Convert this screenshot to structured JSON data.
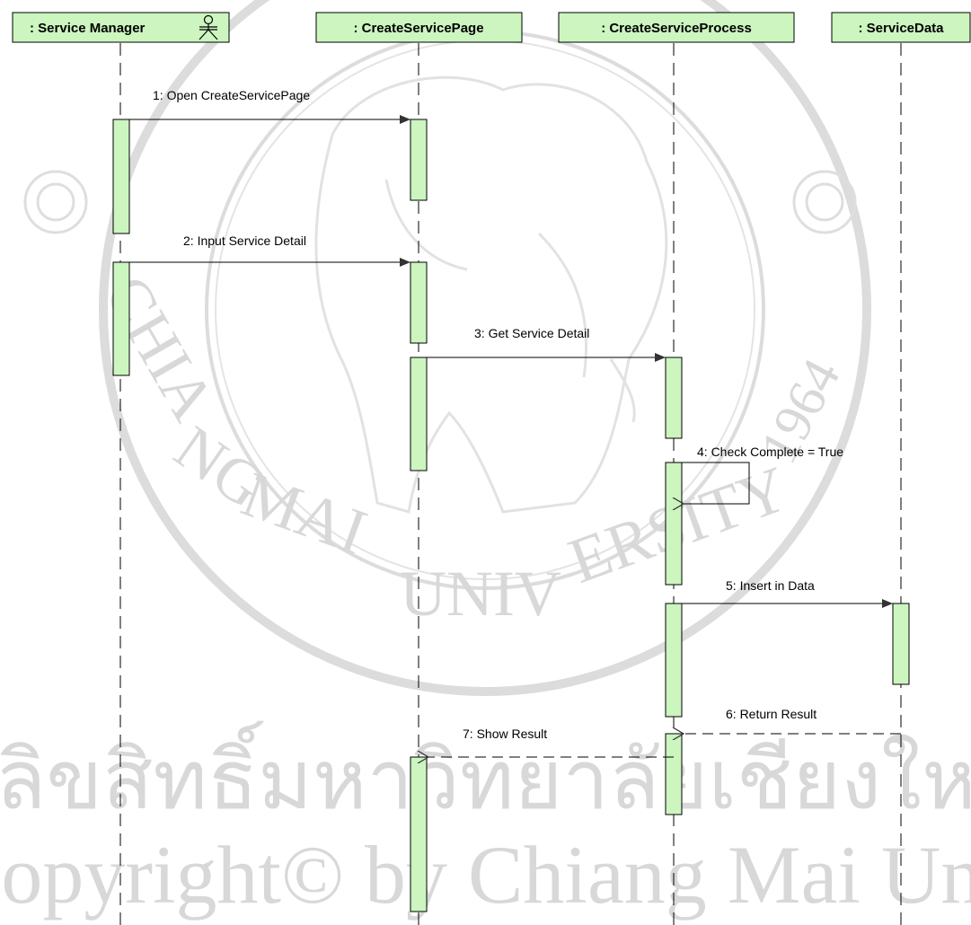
{
  "lifelines": [
    {
      "id": "service_manager",
      "label": ": Service Manager",
      "actor_icon": "stick-figure-icon"
    },
    {
      "id": "create_service_page",
      "label": ": CreateServicePage"
    },
    {
      "id": "create_service_process",
      "label": ": CreateServiceProcess"
    },
    {
      "id": "service_data",
      "label": ": ServiceData"
    }
  ],
  "messages": [
    {
      "number": 1,
      "label": "1: Open CreateServicePage",
      "from": "service_manager",
      "to": "create_service_page",
      "kind": "sync"
    },
    {
      "number": 2,
      "label": "2: Input Service Detail",
      "from": "service_manager",
      "to": "create_service_page",
      "kind": "sync"
    },
    {
      "number": 3,
      "label": "3: Get Service Detail",
      "from": "create_service_page",
      "to": "create_service_process",
      "kind": "sync"
    },
    {
      "number": 4,
      "label": "4: Check Complete = True",
      "from": "create_service_process",
      "to": "create_service_process",
      "kind": "self"
    },
    {
      "number": 5,
      "label": "5: Insert in Data",
      "from": "create_service_process",
      "to": "service_data",
      "kind": "sync"
    },
    {
      "number": 6,
      "label": "6: Return Result",
      "from": "service_data",
      "to": "create_service_process",
      "kind": "return"
    },
    {
      "number": 7,
      "label": "7: Show Result",
      "from": "create_service_process",
      "to": "create_service_page",
      "kind": "return"
    }
  ],
  "watermark": {
    "seal_text_top": "CHIANG MAI UNIVERSITY",
    "seal_year": "1964",
    "thai_line": "ลิขสิทธิ์มหาวิทยาลัยเชียงใหม่",
    "copyright_line": "Copyright© by Chiang Mai University"
  },
  "colors": {
    "box_fill": "#ccf5c0",
    "activation_fill": "#ccf5c0",
    "line": "#000000",
    "watermark": "#d8d8d8"
  }
}
